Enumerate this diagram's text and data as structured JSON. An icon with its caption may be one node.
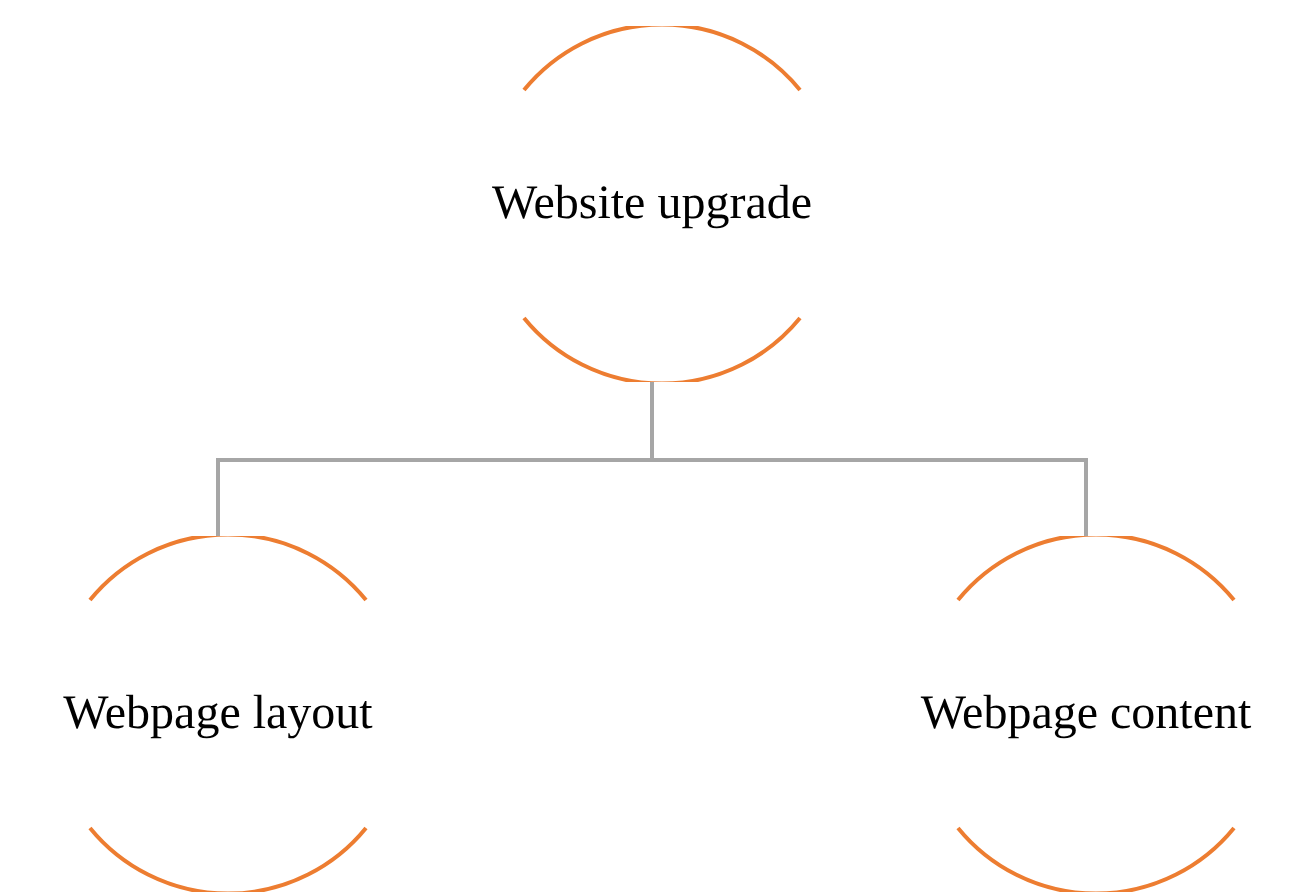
{
  "diagram": {
    "nodes": [
      {
        "text": [
          "Website upgrade"
        ]
      },
      {
        "text": [
          "Webpage layout"
        ]
      },
      {
        "text": [
          "Webpage content"
        ]
      }
    ],
    "edges": [
      {
        "from": 0,
        "to": 1,
        "arrow": "none"
      },
      {
        "from": 0,
        "to": 2,
        "arrow": "none"
      }
    ]
  }
}
